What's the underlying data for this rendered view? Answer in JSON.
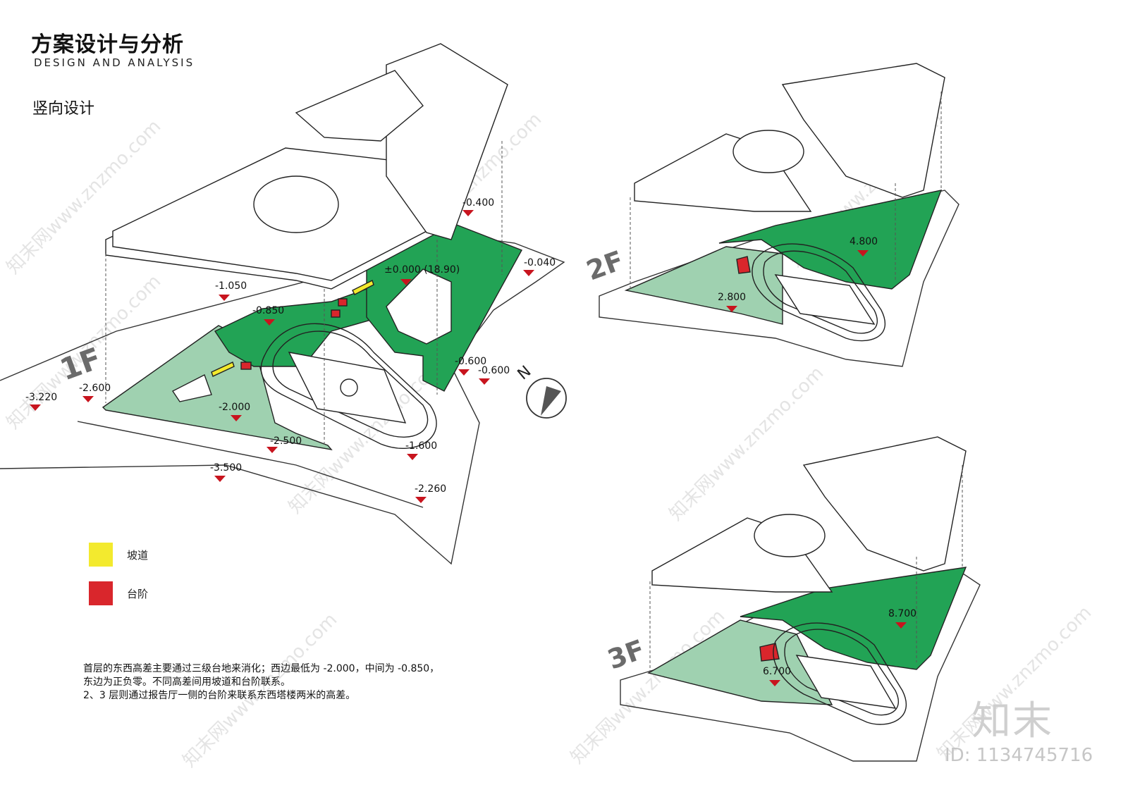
{
  "header": {
    "title": "方案设计与分析",
    "subtitle": "DESIGN AND ANALYSIS",
    "section": "竖向设计"
  },
  "legend": [
    {
      "label": "坡道",
      "color": "#f3ea2e"
    },
    {
      "label": "台阶",
      "color": "#d9262c"
    }
  ],
  "description": [
    "首层的东西高差主要通过三级台地来消化；西边最低为 -2.000，中间为 -0.850，",
    "东边为正负零。不同高差间用坡道和台阶联系。",
    "2、3 层则通过报告厅一侧的台阶来联系东西塔楼两米的高差。"
  ],
  "floors": {
    "f1": {
      "label": "1F",
      "elevations": [
        "-0.400",
        "-0.040",
        "±0.000 (18.90)",
        "-1.050",
        "-0.850",
        "-0.600",
        "-0.600",
        "-2.600",
        "-3.220",
        "-2.000",
        "-2.500",
        "-1.600",
        "-3.500",
        "-2.260"
      ]
    },
    "f2": {
      "label": "2F",
      "elevations": [
        "4.800",
        "2.800"
      ]
    },
    "f3": {
      "label": "3F",
      "elevations": [
        "8.700",
        "6.700"
      ]
    }
  },
  "compass": {
    "label": "N"
  },
  "watermark": {
    "brand": "知末",
    "id": "ID: 1134745716",
    "site": "知末网www.znzmo.com"
  },
  "colors": {
    "green_dark": "#22a355",
    "green_light": "#9fd1b0",
    "ramp": "#f3ea2e",
    "stair": "#d9262c",
    "marker": "#c8141e"
  }
}
